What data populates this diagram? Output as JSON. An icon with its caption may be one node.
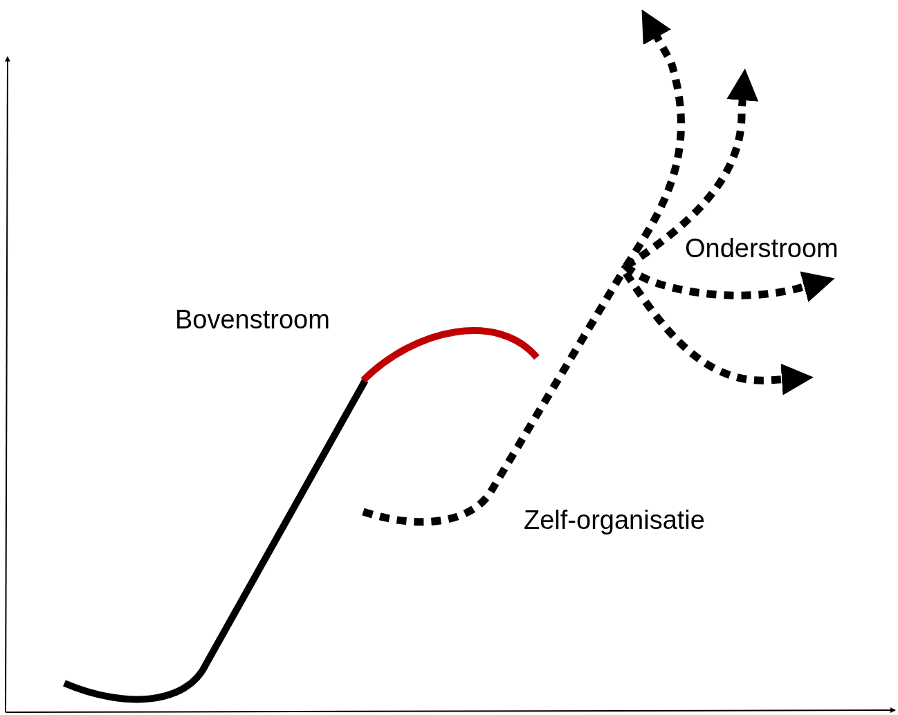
{
  "diagram": {
    "labels": [
      "Onderstroom",
      "Bovenstroom",
      "Zelf-organisatie"
    ]
  }
}
